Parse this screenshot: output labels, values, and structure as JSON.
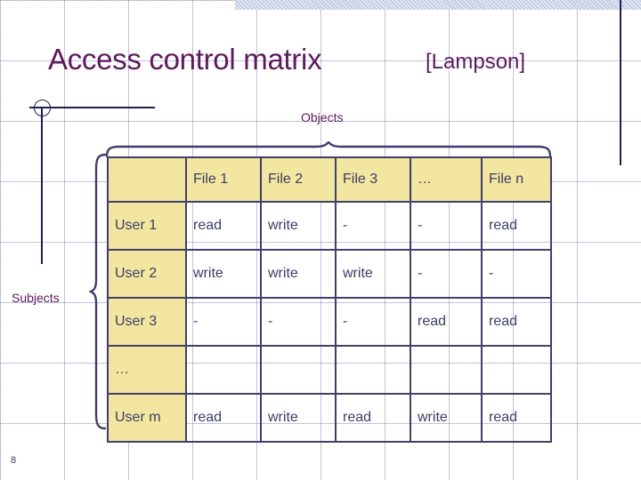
{
  "slide": {
    "title": "Access control matrix",
    "citation": "[Lampson]",
    "page_number": "8",
    "objects_label": "Objects",
    "subjects_label": "Subjects",
    "colors": {
      "title_purple": "#5d1a5d",
      "table_border": "#3f3f6b",
      "header_fill": "#f2e6a0",
      "cell_text": "#3d3d63",
      "rule_navy": "#20204f",
      "top_band": "#c3cde4"
    }
  },
  "matrix": {
    "corner_label": "",
    "columns": [
      "File 1",
      "File 2",
      "File 3",
      "…",
      "File n"
    ],
    "rows": [
      {
        "label": "User 1",
        "cells": [
          "read",
          "write",
          "-",
          "-",
          "read"
        ]
      },
      {
        "label": "User 2",
        "cells": [
          "write",
          "write",
          "write",
          "-",
          "-"
        ]
      },
      {
        "label": "User 3",
        "cells": [
          "-",
          "-",
          "-",
          "read",
          "read"
        ]
      },
      {
        "label": "…",
        "cells": [
          "",
          "",
          "",
          "",
          ""
        ]
      },
      {
        "label": "User m",
        "cells": [
          "read",
          "write",
          "read",
          "write",
          "read"
        ]
      }
    ]
  }
}
